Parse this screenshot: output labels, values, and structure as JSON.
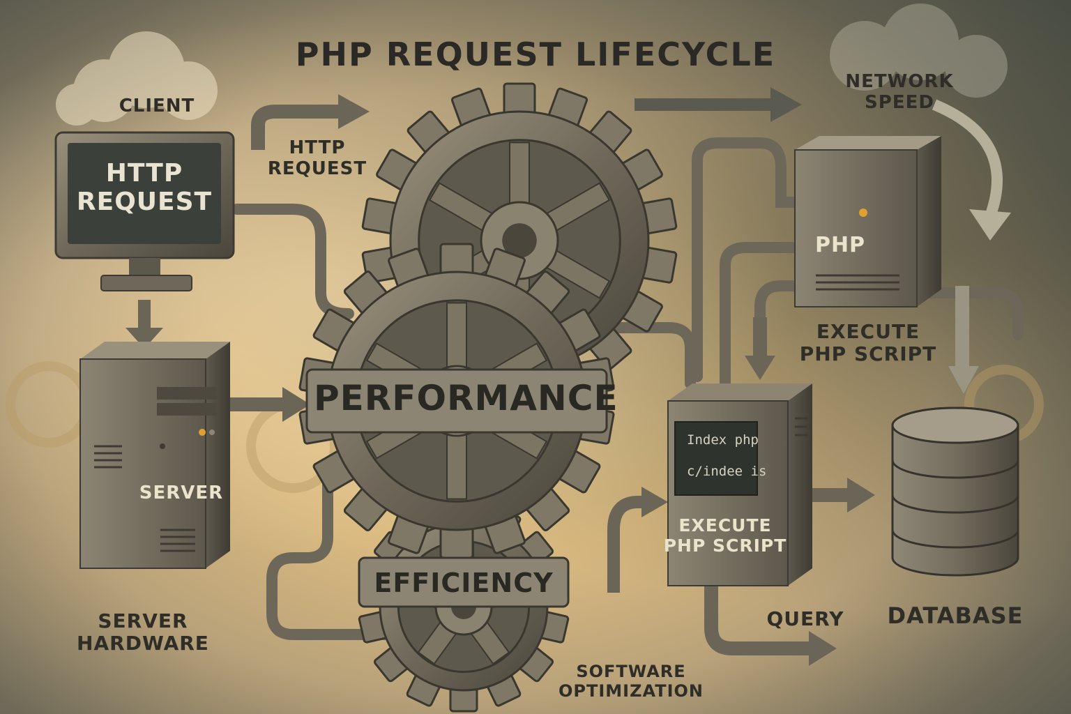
{
  "title": "PHP REQUEST LIFECYCLE",
  "client": {
    "label": "CLIENT",
    "screen_text": [
      "HTTP",
      "REQUEST"
    ]
  },
  "arrows": {
    "http_request": [
      "HTTP",
      "REQUEST"
    ],
    "network_speed": [
      "NETWORK",
      "SPEED"
    ],
    "query": "QUERY",
    "software_optimization": [
      "SOFTWARE",
      "OPTIMIZATION"
    ]
  },
  "server": {
    "label": "SERVER",
    "caption": [
      "SERVER",
      "HARDWARE"
    ]
  },
  "gears": {
    "performance": "PERFORMANCE",
    "efficiency": "EFFICIENCY"
  },
  "php_server": {
    "label": "PHP",
    "caption": [
      "EXECUTE",
      "PHP SCRIPT"
    ]
  },
  "script_box": {
    "code_lines": [
      "Index php",
      "c/indee is"
    ],
    "label": [
      "EXECUTE",
      "PHP SCRIPT"
    ]
  },
  "database": {
    "label": "DATABASE"
  },
  "colors": {
    "background": "#d9b97f",
    "metal": "#7d7563",
    "metal_dark": "#4a463c",
    "ink": "#2f2d27",
    "screen": "#3a3e38"
  }
}
